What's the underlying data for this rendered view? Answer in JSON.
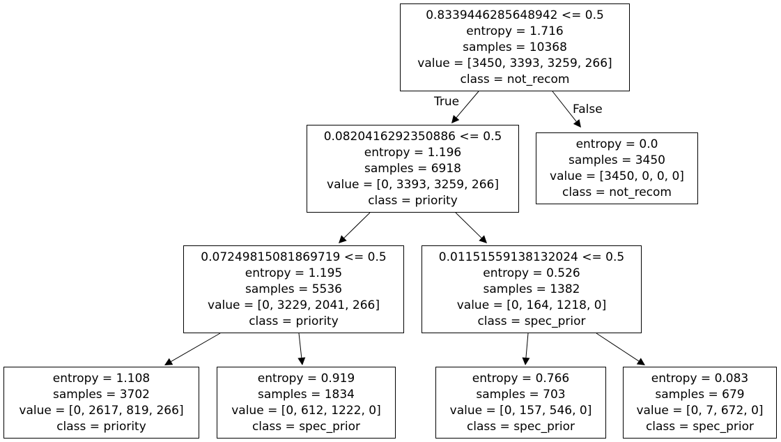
{
  "tree": {
    "branch_labels": {
      "true": "True",
      "false": "False"
    },
    "nodes": [
      {
        "id": "n0",
        "lines": [
          "0.8339446285648942 <= 0.5",
          "entropy = 1.716",
          "samples = 10368",
          "value = [3450, 3393, 3259, 266]",
          "class = not_recom"
        ]
      },
      {
        "id": "n1",
        "lines": [
          "0.0820416292350886 <= 0.5",
          "entropy = 1.196",
          "samples = 6918",
          "value = [0, 3393, 3259, 266]",
          "class = priority"
        ]
      },
      {
        "id": "n2",
        "lines": [
          "entropy = 0.0",
          "samples = 3450",
          "value = [3450, 0, 0, 0]",
          "class = not_recom"
        ]
      },
      {
        "id": "n3",
        "lines": [
          "0.07249815081869719 <= 0.5",
          "entropy = 1.195",
          "samples = 5536",
          "value = [0, 3229, 2041, 266]",
          "class = priority"
        ]
      },
      {
        "id": "n4",
        "lines": [
          "0.01151559138132024 <= 0.5",
          "entropy = 0.526",
          "samples = 1382",
          "value = [0, 164, 1218, 0]",
          "class = spec_prior"
        ]
      },
      {
        "id": "n5",
        "lines": [
          "entropy = 1.108",
          "samples = 3702",
          "value = [0, 2617, 819, 266]",
          "class = priority"
        ]
      },
      {
        "id": "n6",
        "lines": [
          "entropy = 0.919",
          "samples = 1834",
          "value = [0, 612, 1222, 0]",
          "class = spec_prior"
        ]
      },
      {
        "id": "n7",
        "lines": [
          "entropy = 0.766",
          "samples = 703",
          "value = [0, 157, 546, 0]",
          "class = spec_prior"
        ]
      },
      {
        "id": "n8",
        "lines": [
          "entropy = 0.083",
          "samples = 679",
          "value = [0, 7, 672, 0]",
          "class = spec_prior"
        ]
      }
    ],
    "edges": [
      {
        "from": "n0",
        "to": "n1",
        "label": "true"
      },
      {
        "from": "n0",
        "to": "n2",
        "label": "false"
      },
      {
        "from": "n1",
        "to": "n3"
      },
      {
        "from": "n1",
        "to": "n4"
      },
      {
        "from": "n3",
        "to": "n5"
      },
      {
        "from": "n3",
        "to": "n6"
      },
      {
        "from": "n4",
        "to": "n7"
      },
      {
        "from": "n4",
        "to": "n8"
      }
    ]
  }
}
